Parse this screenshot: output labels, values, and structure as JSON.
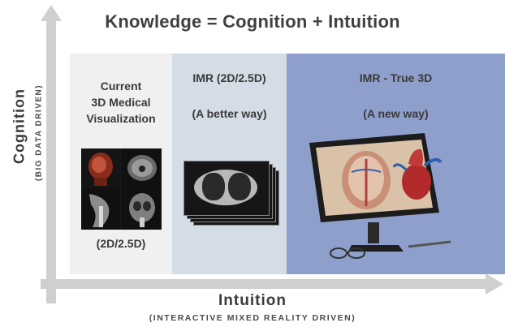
{
  "title": "Knowledge = Cognition + Intuition",
  "y_axis": {
    "label": "Cognition",
    "sublabel": "(BIG DATA DRIVEN)"
  },
  "x_axis": {
    "label": "Intuition",
    "sublabel": "(INTERACTIVE MIXED REALITY DRIVEN)"
  },
  "panels": [
    {
      "heading_lines": [
        "Current",
        "3D Medical",
        "Visualization"
      ],
      "footer": "(2D/2.5D)",
      "color": "#f0f0f0"
    },
    {
      "heading": "IMR (2D/2.5D)",
      "subheading": "(A better way)",
      "color": "#d4dde6"
    },
    {
      "heading": "IMR - True 3D",
      "subheading": "(A new way)",
      "color": "#8e9fcc"
    }
  ],
  "colors": {
    "axis": "#cfcfcf",
    "text": "#3a3a3a"
  }
}
